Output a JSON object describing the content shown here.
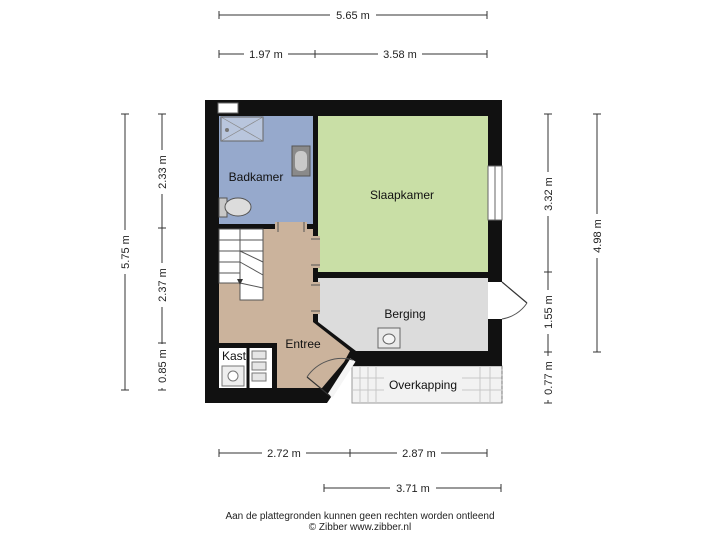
{
  "dimensions": {
    "top_total": "5.65 m",
    "top_left": "1.97 m",
    "top_right": "3.58 m",
    "left_total": "5.75 m",
    "left_upper": "2.33 m",
    "left_middle": "2.37 m",
    "left_lower": "0.85 m",
    "right_upper": "3.32 m",
    "right_total": "4.98 m",
    "right_middle": "1.55 m",
    "right_lower": "0.77 m",
    "bottom_left": "2.72 m",
    "bottom_right": "2.87 m",
    "bottom_lower": "3.71 m"
  },
  "rooms": {
    "badkamer": "Badkamer",
    "slaapkamer": "Slaapkamer",
    "berging": "Berging",
    "entree": "Entree",
    "kast": "Kast",
    "overkapping": "Overkapping"
  },
  "colors": {
    "wall": "#111111",
    "badkamer": "#96a9cc",
    "slaapkamer": "#c9dfa6",
    "berging": "#dcdcdc",
    "entree": "#cbb39c",
    "kast": "#ffffff",
    "overkapping": "#f2f2f2",
    "dimension_line": "#333333"
  },
  "footer": {
    "line1": "Aan de plattegronden kunnen geen rechten worden ontleend",
    "line2": "© Zibber www.zibber.nl"
  }
}
